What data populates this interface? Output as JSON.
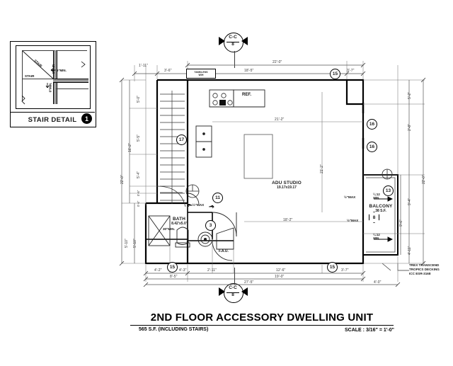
{
  "drawing": {
    "title": "2ND FLOOR ACCESSORY DWELLING UNIT",
    "area_note": "565 S.F. (INCLUDING STAIRS)",
    "scale_note": "SCALE : 3/16\" = 1'-0\""
  },
  "stair_detail": {
    "caption": "STAIR DETAIL",
    "bubble": "1",
    "labels": {
      "stair_diagonal": "STAIR",
      "stair_vertical": "STAIR",
      "stair_horizontal": "STAIR",
      "min_top": "6\"MIN.",
      "min_left": "6\"MIN."
    }
  },
  "rooms": [
    {
      "name": "ADU STUDIO",
      "dims": "19.17x19.17"
    },
    {
      "name": "BATH",
      "dims": "8.42'x5.0'"
    },
    {
      "name": "BALCONY",
      "dims": "38 S.F."
    }
  ],
  "annotations": {
    "tankless": "TANKLESS\nW/H",
    "tankless_line1": "TANKLESS",
    "tankless_line2": "W/H",
    "ref": "REF.",
    "fau": "F.A.U.",
    "bath_min": "30\"MIN.",
    "threshold_max_1": "½\"MAX",
    "threshold_max_2": "½\"MAX",
    "threshold_max_3": "½\"MAX",
    "slope_1": "¼:12\nMIN.",
    "slope_1a": "¼:12",
    "slope_1b": "MIN.",
    "slope_2a": "¼:12",
    "slope_2b": "MIN.",
    "decking": [
      "TREX TRANSCEND",
      "TROPICS DECKING",
      "ICC ESR-3168"
    ]
  },
  "section_markers": [
    {
      "label": "C-C",
      "sheet": "8",
      "position": "top"
    },
    {
      "label": "C-C",
      "sheet": "8",
      "position": "bottom"
    }
  ],
  "callouts": [
    {
      "id": "17"
    },
    {
      "id": "11"
    },
    {
      "id": "3"
    },
    {
      "id": "15"
    },
    {
      "id": "15"
    },
    {
      "id": "15"
    },
    {
      "id": "16"
    },
    {
      "id": "16"
    },
    {
      "id": "16"
    },
    {
      "id": "13"
    }
  ],
  "callout_hex": [
    {
      "id": "8"
    }
  ],
  "dimensions": {
    "top_outer": [
      "22'-0\""
    ],
    "top_row1": [
      "1'-11\"",
      "3'-6\""
    ],
    "top_row2": [
      "18'-5\"",
      "3'-7\""
    ],
    "bottom_row1": [
      "4'-2\"",
      "4'-3\"",
      "2'-11\"",
      "12'-6\"",
      "3'-7\""
    ],
    "bottom_row2": [
      "8'-5\"",
      "19'-0\""
    ],
    "bottom_row3": [
      "27'-5\"",
      "4'-0\""
    ],
    "left_outer": "22'-0\"",
    "left_mid": "16'-2\"",
    "left_row": [
      "5'-0\"",
      "5'-5\"",
      "5'-4\"",
      "0'-6\"",
      "0'-6\"",
      "5'-10\""
    ],
    "left_row2": [
      "5'-10\""
    ],
    "right_outer": "22'-0\"",
    "right_row": [
      "5'-2\"",
      "2'-8\"",
      "9'-4\"",
      "4'-11\""
    ],
    "right_inner": [
      "9'-6\""
    ],
    "interior": [
      "21'-2\"",
      "21'-2\"",
      "18'-2\""
    ]
  }
}
